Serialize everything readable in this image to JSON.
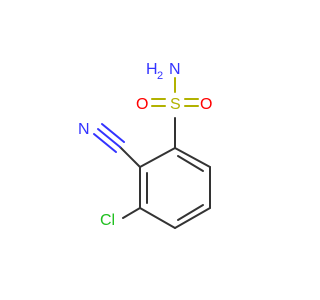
{
  "molecule": {
    "atoms": {
      "amine_n": "N",
      "amine_h": "H",
      "amine_h_count": "2",
      "sulfur": "S",
      "oxygen_left": "O",
      "oxygen_right": "O",
      "nitrile_n": "N",
      "chlorine": "Cl"
    },
    "colors": {
      "bond": "#333333",
      "nitrogen": "#3333ff",
      "oxygen": "#ff0000",
      "sulfur": "#b2b200",
      "chlorine": "#1fbf1f"
    }
  }
}
